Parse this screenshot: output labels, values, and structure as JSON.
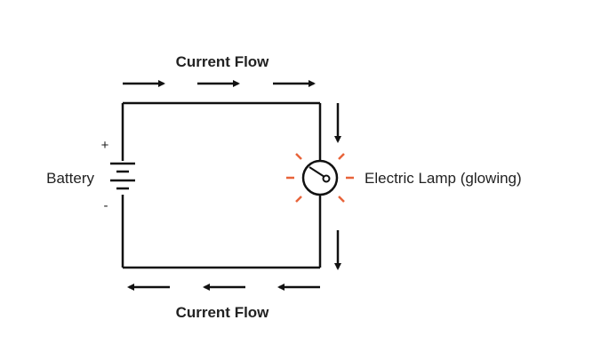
{
  "labels": {
    "current_flow_top": "Current Flow",
    "current_flow_bottom": "Current Flow",
    "battery": "Battery",
    "battery_plus": "+",
    "battery_minus": "-",
    "lamp": "Electric Lamp (glowing)"
  },
  "colors": {
    "wire": "#111111",
    "arrow": "#111111",
    "glow": "#e8643a",
    "text": "#222222",
    "background": "#ffffff"
  }
}
